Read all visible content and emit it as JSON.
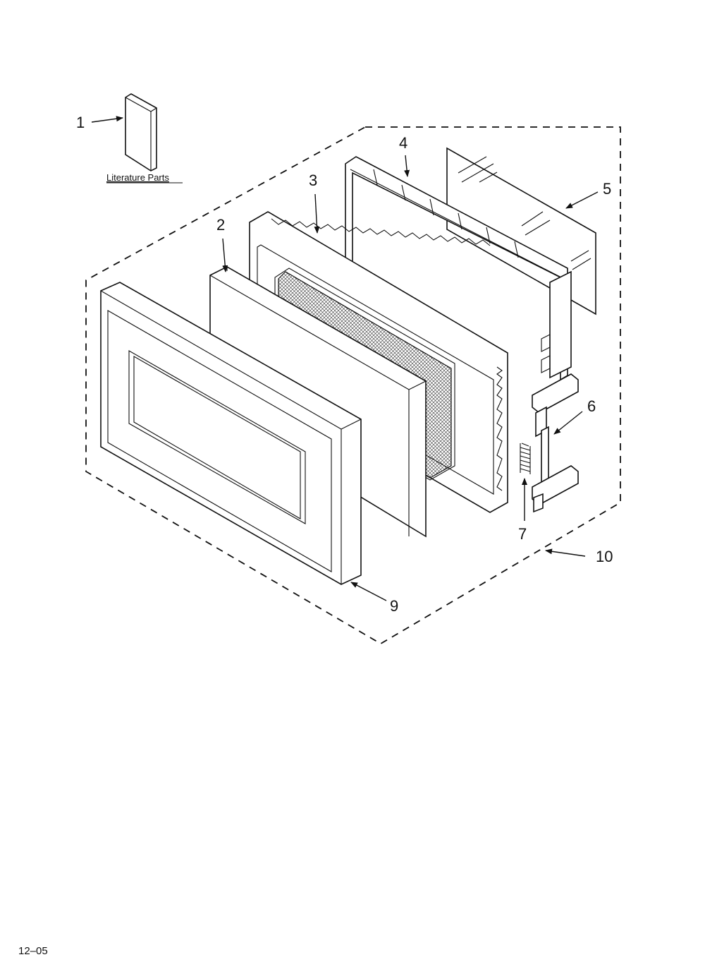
{
  "diagram": {
    "literature_caption": "Literature Parts",
    "footer_code": "12–05",
    "callouts": [
      {
        "id": "1",
        "text": "1"
      },
      {
        "id": "2",
        "text": "2"
      },
      {
        "id": "3",
        "text": "3"
      },
      {
        "id": "4",
        "text": "4"
      },
      {
        "id": "5",
        "text": "5"
      },
      {
        "id": "6",
        "text": "6"
      },
      {
        "id": "7",
        "text": "7"
      },
      {
        "id": "9",
        "text": "9"
      },
      {
        "id": "10",
        "text": "10"
      }
    ]
  }
}
